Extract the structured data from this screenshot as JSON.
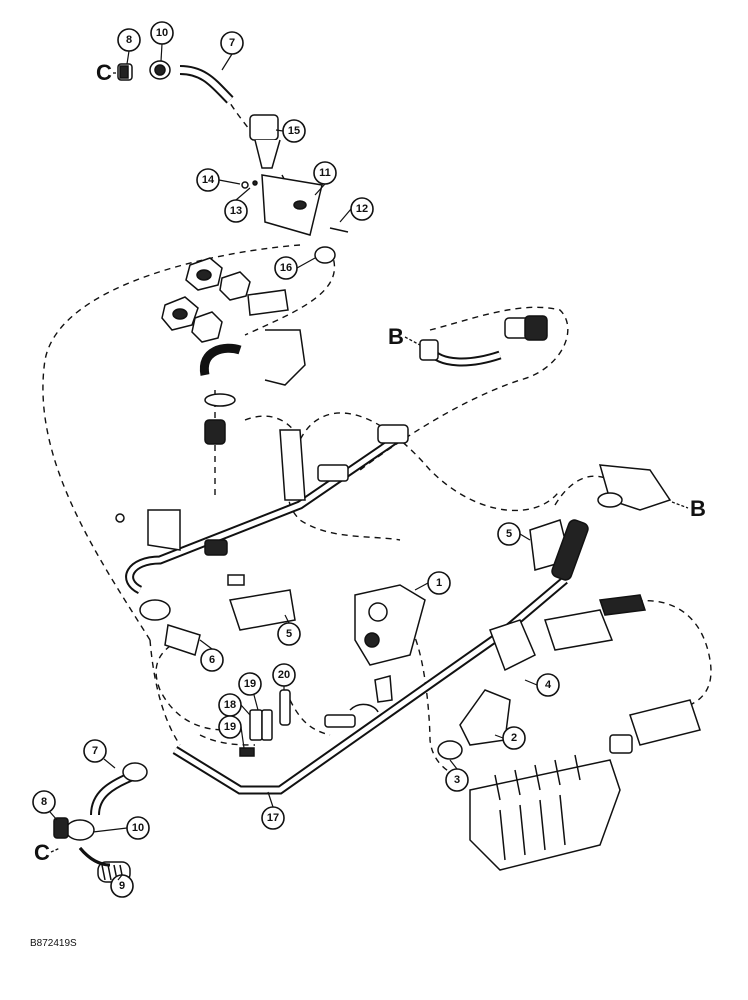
{
  "diagram": {
    "callouts": [
      "8",
      "10",
      "7",
      "15",
      "14",
      "11",
      "13",
      "12",
      "16",
      "1",
      "5",
      "5",
      "6",
      "4",
      "2",
      "3",
      "18",
      "19",
      "20",
      "19",
      "7",
      "17",
      "8",
      "10",
      "9"
    ],
    "connector_letters": [
      "C",
      "B",
      "B",
      "C"
    ],
    "figure_code": "B872419S"
  },
  "colors": {
    "line": "#111111",
    "fill": "#ffffff",
    "shade": "#222222"
  }
}
